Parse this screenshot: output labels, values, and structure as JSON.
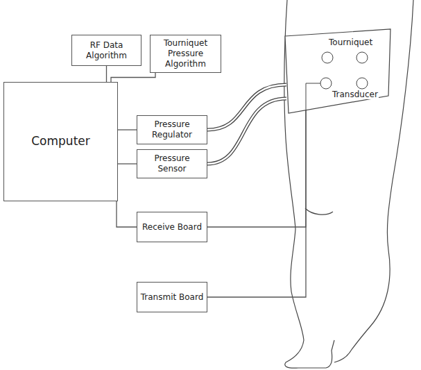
{
  "diagram": {
    "nodes": [
      {
        "text": [
          "RF Data Algorithm"
        ]
      },
      {
        "text": [
          "Tourniquet Pressure Algorithm"
        ]
      },
      {
        "text": [
          "Computer"
        ]
      },
      {
        "text": [
          "Pressure Regulator"
        ]
      },
      {
        "text": [
          "Pressure Sensor"
        ]
      },
      {
        "text": [
          "Receive Board"
        ]
      },
      {
        "text": [
          "Transmit Board"
        ]
      },
      {
        "text": [
          "Tourniquet"
        ]
      }
    ],
    "edges": [
      {
        "from": 0,
        "to": 2,
        "arrow": "none"
      },
      {
        "from": 1,
        "to": 2,
        "arrow": "none"
      },
      {
        "from": 2,
        "to": 3,
        "arrow": "none"
      },
      {
        "from": 2,
        "to": 4,
        "arrow": "none"
      },
      {
        "from": 2,
        "to": 5,
        "arrow": "none"
      },
      {
        "from": 3,
        "to": 7,
        "arrow": "none"
      },
      {
        "from": 4,
        "to": 7,
        "arrow": "none"
      },
      {
        "from": 5,
        "to": 7,
        "arrow": "none"
      },
      {
        "from": 6,
        "to": 7,
        "arrow": "none"
      }
    ],
    "labels": [
      "Transducer"
    ]
  }
}
